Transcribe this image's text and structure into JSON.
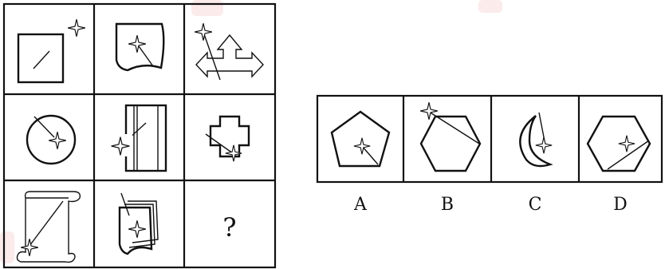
{
  "matrix": {
    "question_mark": "?"
  },
  "options": {
    "labels": [
      "A",
      "B",
      "C",
      "D"
    ]
  },
  "colors": {
    "line": "#111111",
    "background": "#ffffff",
    "watermark": "#f3c7c7"
  }
}
